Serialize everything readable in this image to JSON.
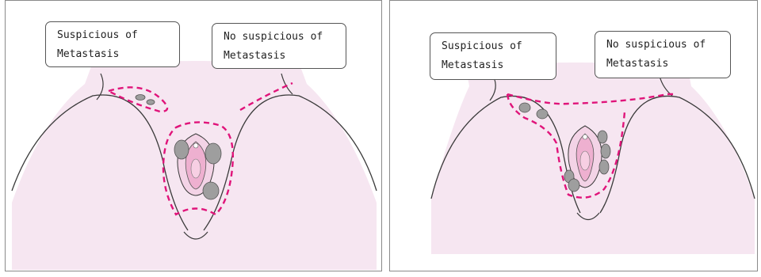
{
  "panels": [
    {
      "callouts": [
        {
          "lines": [
            "Suspicious of",
            "Metastasis"
          ]
        },
        {
          "lines": [
            "No suspicious of",
            "Metastasis"
          ]
        }
      ]
    },
    {
      "callouts": [
        {
          "lines": [
            "Suspicious of",
            "Metastasis"
          ]
        },
        {
          "lines": [
            "No suspicious of",
            "Metastasis"
          ]
        }
      ]
    }
  ],
  "colors": {
    "skin": "#f6e6f1",
    "outline": "#3a3a3a",
    "dashed_boundary": "#e0147a",
    "lymph_node": "#9e9e9e",
    "vulva_pink": "#eeb0d0"
  }
}
